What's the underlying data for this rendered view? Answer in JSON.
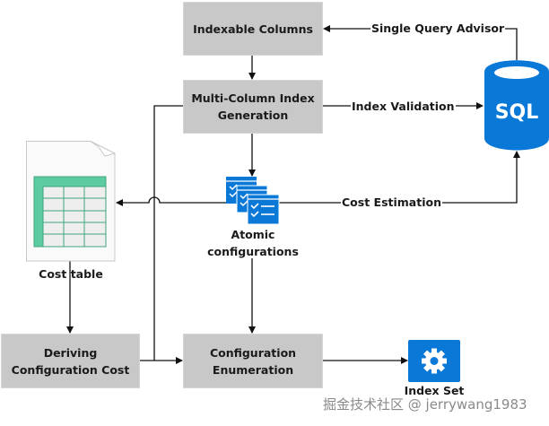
{
  "diagram": {
    "nodes": {
      "indexable_columns": "Indexable Columns",
      "multi_column_line1": "Multi-Column Index",
      "multi_column_line2": "Generation",
      "cost_table": "Cost table",
      "atomic_line1": "Atomic",
      "atomic_line2": "configurations",
      "deriving_line1": "Deriving",
      "deriving_line2": "Configuration Cost",
      "config_enum_line1": "Configuration",
      "config_enum_line2": "Enumeration",
      "index_set": "Index Set",
      "sql_db": "SQL"
    },
    "edges": {
      "single_query_advisor": "Single Query Advisor",
      "index_validation": "Index Validation",
      "cost_estimation": "Cost Estimation"
    },
    "icons": {
      "sql": "database-cylinder-icon",
      "table": "spreadsheet-document-icon",
      "atomic": "checklist-stack-icon",
      "index_set": "gear-icon"
    },
    "colors": {
      "box_fill": "#c8c8c8",
      "accent_blue": "#0a78d7",
      "table_green": "#5ccba0",
      "line": "#111111"
    }
  },
  "watermark": "掘金技术社区 @ jerrywang1983"
}
